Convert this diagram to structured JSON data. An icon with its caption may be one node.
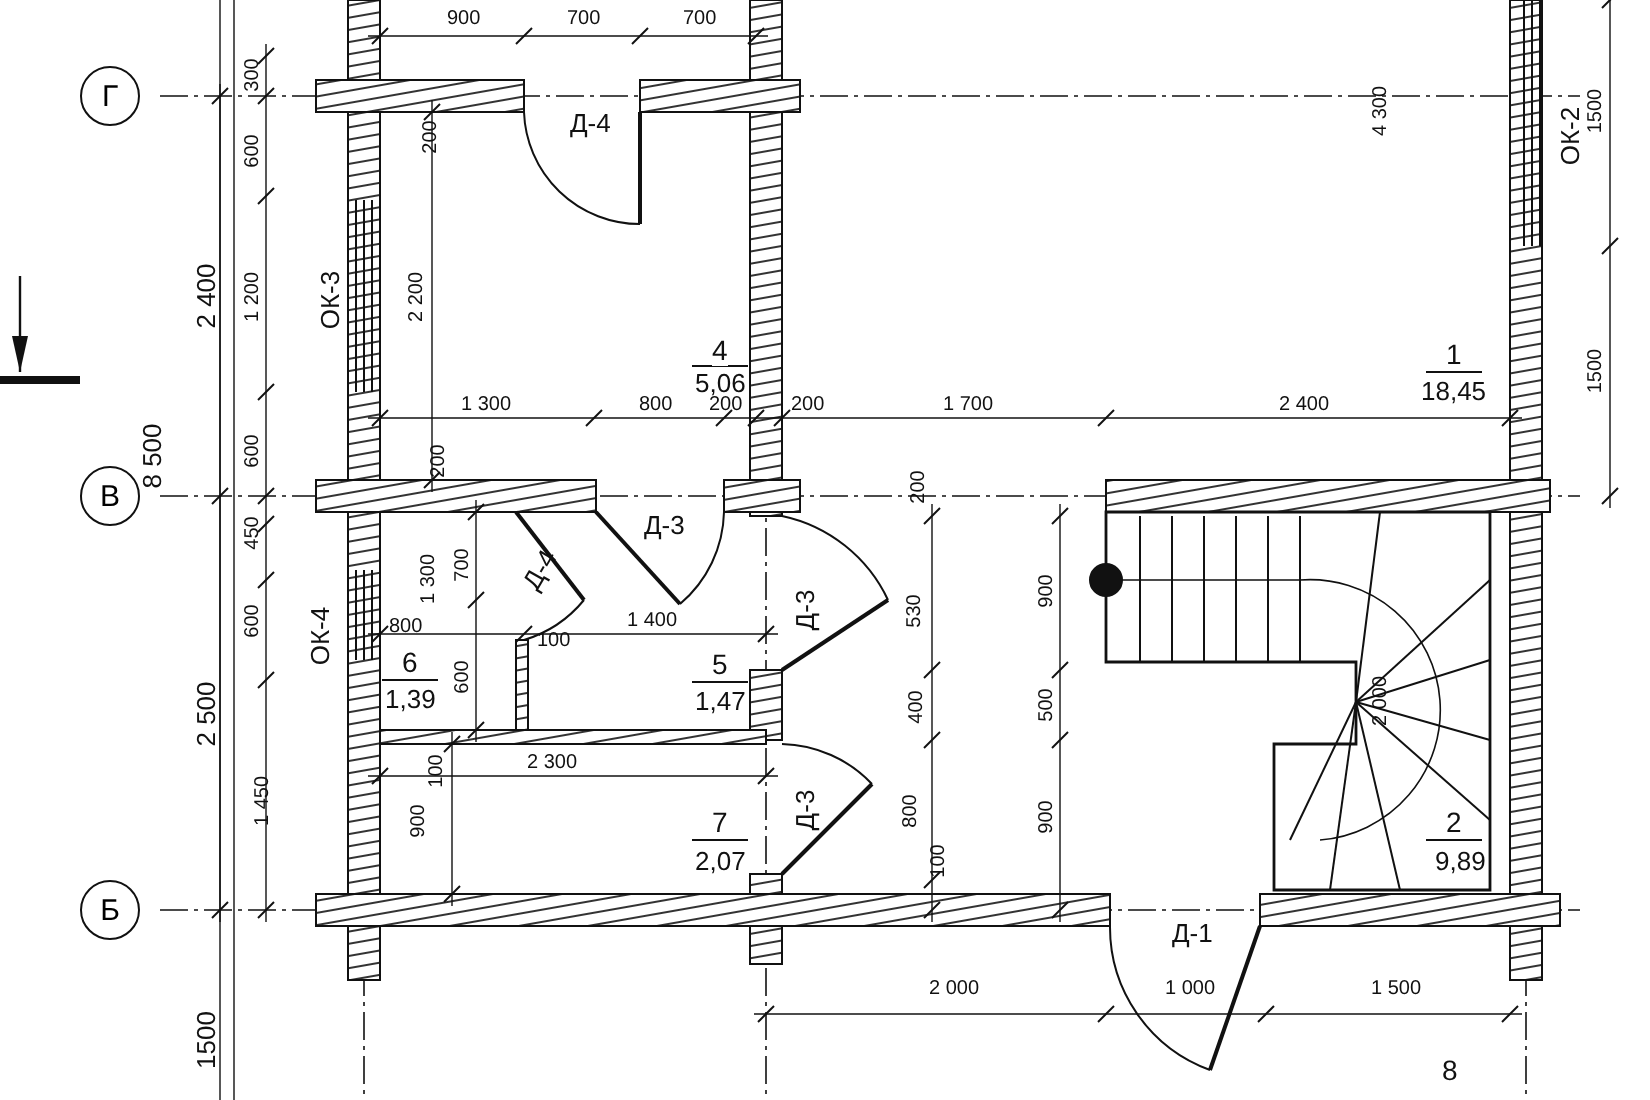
{
  "diagram": {
    "nodes": [
      {
        "text": [
          "Г"
        ]
      },
      {
        "text": [
          "В"
        ]
      },
      {
        "text": [
          "Б"
        ]
      }
    ],
    "labels": [
      "900",
      "700",
      "700",
      "300",
      "200",
      "Д-4",
      "600",
      "4 300",
      "ОК-2",
      "1500",
      "2 400",
      "1 200",
      "ОК-3",
      "2 200",
      "4",
      "5,06",
      "1",
      "18,45",
      "1500",
      "8 500",
      "1 300",
      "800",
      "200",
      "200",
      "1 700",
      "2 400",
      "600",
      "200",
      "200",
      "450",
      "Д-3",
      "700",
      "Д-4",
      "600",
      "ОК-4",
      "800",
      "1 300",
      "1 400",
      "Д-3",
      "530",
      "900",
      "100",
      "6",
      "1,39",
      "600",
      "5",
      "1,47",
      "400",
      "500",
      "2 500",
      "100",
      "2 300",
      "1 450",
      "900",
      "7",
      "Д-3",
      "800",
      "900",
      "2,07",
      "2 000",
      "2",
      "9,89",
      "100",
      "Д-1",
      "2 000",
      "1 000",
      "1 500",
      "1500",
      "8"
    ]
  }
}
